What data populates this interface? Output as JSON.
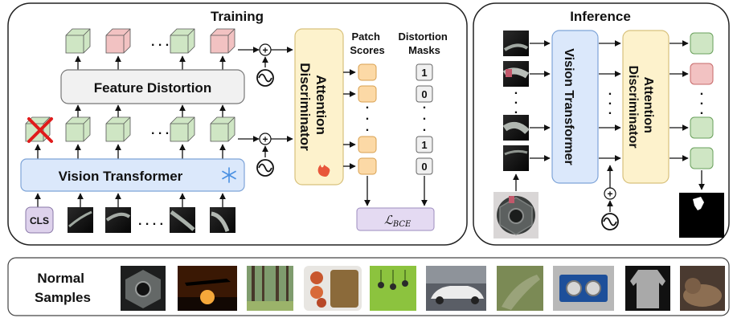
{
  "training": {
    "title": "Training",
    "feature_distortion": "Feature Distortion",
    "vision_transformer": "Vision Transformer",
    "attention_discriminator": "Attention Discriminator",
    "patch_scores": [
      "Patch",
      "Scores"
    ],
    "distortion_masks": [
      "Distortion",
      "Masks"
    ],
    "cls_token": "CLS",
    "mask_values": [
      "1",
      "0",
      "1",
      "0"
    ],
    "loss": "ℒ",
    "loss_subscript": "BCE",
    "colors": {
      "feature_green": "#cfe6c4",
      "feature_red": "#f2c2c2",
      "vit_blue": "#dbe8fb",
      "disc_yellow": "#fdf2cc",
      "patch_orange": "#fcd9a6",
      "cls_purple": "#ded2ec",
      "loss_purple": "#e4daf2",
      "snowflake": "#4a90e2",
      "flame": "#e8563a"
    }
  },
  "inference": {
    "title": "Inference",
    "vision_transformer": "Vision Transformer",
    "attention_discriminator": "Attention Discriminator"
  },
  "normal_samples": {
    "label": [
      "Normal",
      "Samples"
    ],
    "images": [
      "metal-nut",
      "airplane-sunset",
      "forest",
      "food-tray",
      "cherries",
      "car",
      "bird",
      "circuit-board",
      "sweater",
      "cat"
    ]
  }
}
